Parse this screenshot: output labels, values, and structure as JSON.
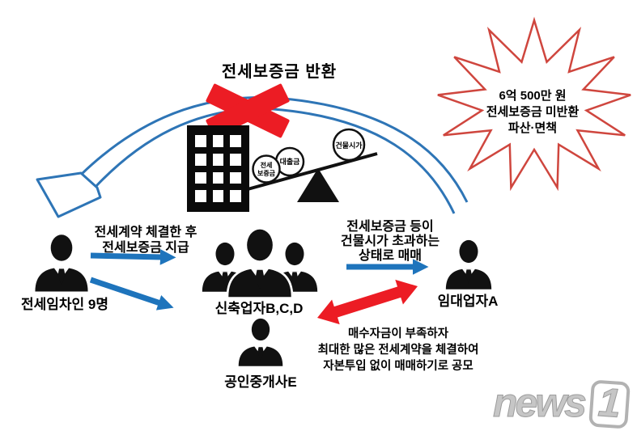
{
  "title": "전세보증금 반환",
  "starburst": [
    "6억 500만 원",
    "전세보증금 미반환",
    "파산·면책"
  ],
  "seesaw": {
    "ball_jeonse": [
      "전세",
      "보증금"
    ],
    "ball_loan": "대출금",
    "ball_price": "건물시가"
  },
  "actors": {
    "tenant": "전세임차인 9명",
    "builders": "신축업자B,C,D",
    "broker": "공인중개사E",
    "landlord": "임대업자A"
  },
  "annotations": {
    "deposit_flow": [
      "전세계약 체결한 후",
      "전세보증금 지급"
    ],
    "sale_flow": [
      "전세보증금 등이",
      "건물시가 초과하는",
      "상태로 매매"
    ],
    "collusion": [
      "매수자금이 부족하자",
      "최대한 많은 전세계약을 체결하여",
      "자본투입 없이 매매하기로 공모"
    ]
  },
  "watermark": {
    "word": "news",
    "digit": "1"
  },
  "colors": {
    "arrow_blue": "#1e74bc",
    "arc_blue": "#2e75b6",
    "alert_red": "#ec1c24",
    "star_red": "#cf463e"
  }
}
